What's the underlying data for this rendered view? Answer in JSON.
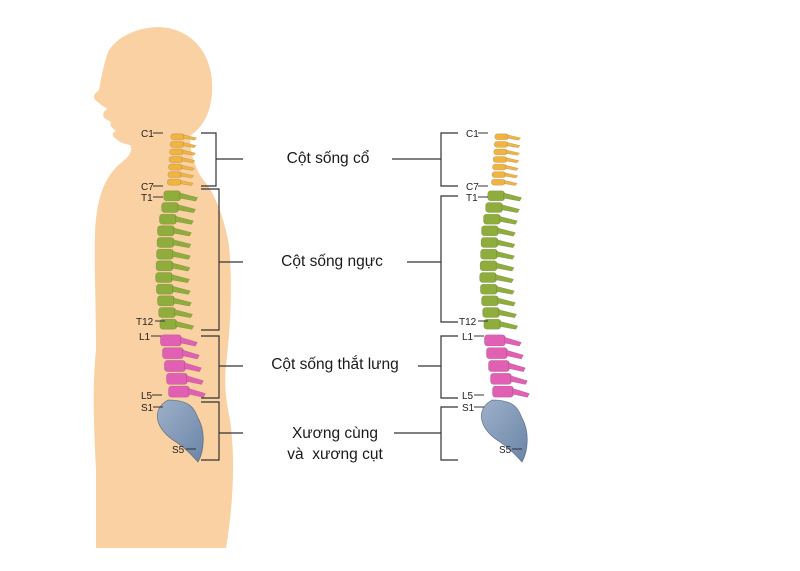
{
  "colors": {
    "background": "#ffffff",
    "body": "#f9d1a2",
    "cervical": "#f2b441",
    "thoracic": "#8fad3c",
    "lumbar": "#e160b4",
    "sacrum": "#7f98b8",
    "line": "#333333"
  },
  "regions": [
    {
      "id": "cervical",
      "label_lines": [
        "Cột sống cổ"
      ]
    },
    {
      "id": "thoracic",
      "label_lines": [
        "Cột sống ngực"
      ]
    },
    {
      "id": "lumbar",
      "label_lines": [
        "Cột sống thắt lưng"
      ]
    },
    {
      "id": "sacral",
      "label_lines": [
        "Xương cùng",
        "và  xương cụt"
      ]
    }
  ],
  "vertebra_labels": {
    "c1": "C1",
    "c7": "C7",
    "t1": "T1",
    "t12": "T12",
    "l1": "L1",
    "l5": "L5",
    "s1": "S1",
    "s5": "S5"
  }
}
